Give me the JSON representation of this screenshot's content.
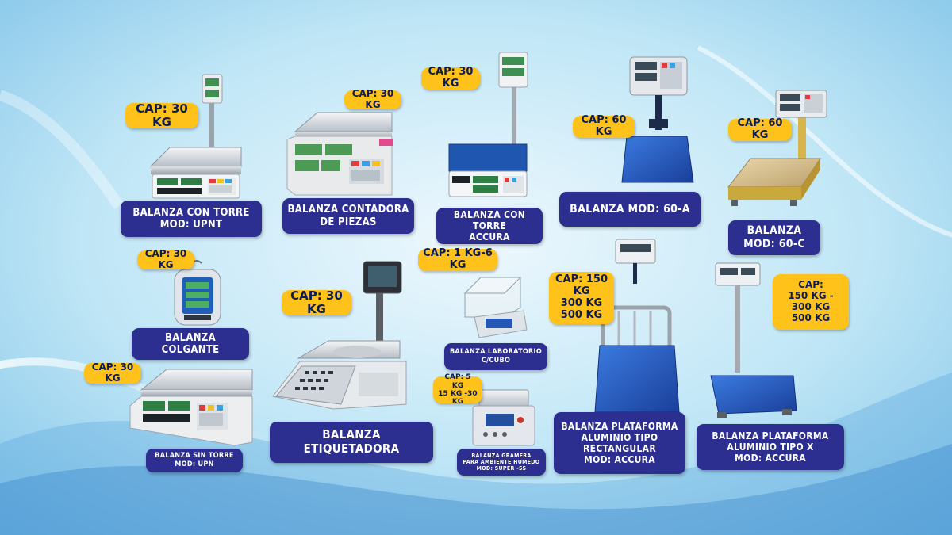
{
  "theme": {
    "background": "#cfeaf7",
    "accent_gold": "#FFC21A",
    "label_blue": "#2c2f8f",
    "platform_blue": "#2456b8"
  },
  "products": [
    {
      "id": "upnt",
      "capacity": [
        "CAP: 30 KG"
      ],
      "label": [
        "BALANZA CON TORRE",
        "MOD: UPNT"
      ],
      "image": "price-scale-with-tower"
    },
    {
      "id": "contadora",
      "capacity": [
        "CAP: 30 KG"
      ],
      "label": [
        "BALANZA CONTADORA",
        "DE PIEZAS"
      ],
      "image": "counting-scale"
    },
    {
      "id": "accura-tower",
      "capacity": [
        "CAP: 30 KG"
      ],
      "label": [
        "BALANZA CON TORRE",
        "ACCURA"
      ],
      "image": "tower-scale"
    },
    {
      "id": "mod60a",
      "capacity": [
        "CAP: 60 KG"
      ],
      "label": [
        "BALANZA MOD: 60-A"
      ],
      "image": "platform-scale-blue"
    },
    {
      "id": "mod60c",
      "capacity": [
        "CAP: 60 KG"
      ],
      "label": [
        "BALANZA",
        "MOD: 60-C"
      ],
      "image": "platform-scale-steel"
    },
    {
      "id": "colgante",
      "capacity": [
        "CAP: 30 KG"
      ],
      "label": [
        "BALANZA",
        "COLGANTE"
      ],
      "image": "hanging-scale"
    },
    {
      "id": "etiquetadora",
      "capacity": [
        "CAP: 30 KG"
      ],
      "label": [
        "BALANZA",
        "ETIQUETADORA"
      ],
      "image": "label-printing-scale"
    },
    {
      "id": "laboratorio",
      "capacity": [
        "CAP: 1 KG-6 KG"
      ],
      "label": [
        "BALANZA LABORATORIO",
        "C/CUBO"
      ],
      "image": "lab-balance"
    },
    {
      "id": "plataforma-rect",
      "capacity": [
        "CAP: 150 KG",
        "300 KG",
        "500 KG"
      ],
      "label": [
        "BALANZA PLATAFORMA",
        "ALUMINIO TIPO",
        "RECTANGULAR",
        "MOD: ACCURA"
      ],
      "image": "rectangular-platform-scale"
    },
    {
      "id": "plataforma-x",
      "capacity": [
        "CAP:",
        "150 KG - 300 KG",
        "500 KG"
      ],
      "label": [
        "BALANZA PLATAFORMA",
        "ALUMINIO TIPO X",
        "MOD: ACCURA"
      ],
      "image": "x-platform-scale"
    },
    {
      "id": "upn",
      "capacity": [
        "CAP: 30 KG"
      ],
      "label": [
        "BALANZA SIN TORRE",
        "MOD: UPN"
      ],
      "image": "price-scale"
    },
    {
      "id": "super-ss",
      "capacity": [
        "CAP: 5 KG",
        "15 KG -30 KG"
      ],
      "label": [
        "BALANZA GRAMERA",
        "PARA AMBIENTE HUMEDO",
        "MOD: SUPER -SS"
      ],
      "image": "waterproof-scale"
    }
  ]
}
